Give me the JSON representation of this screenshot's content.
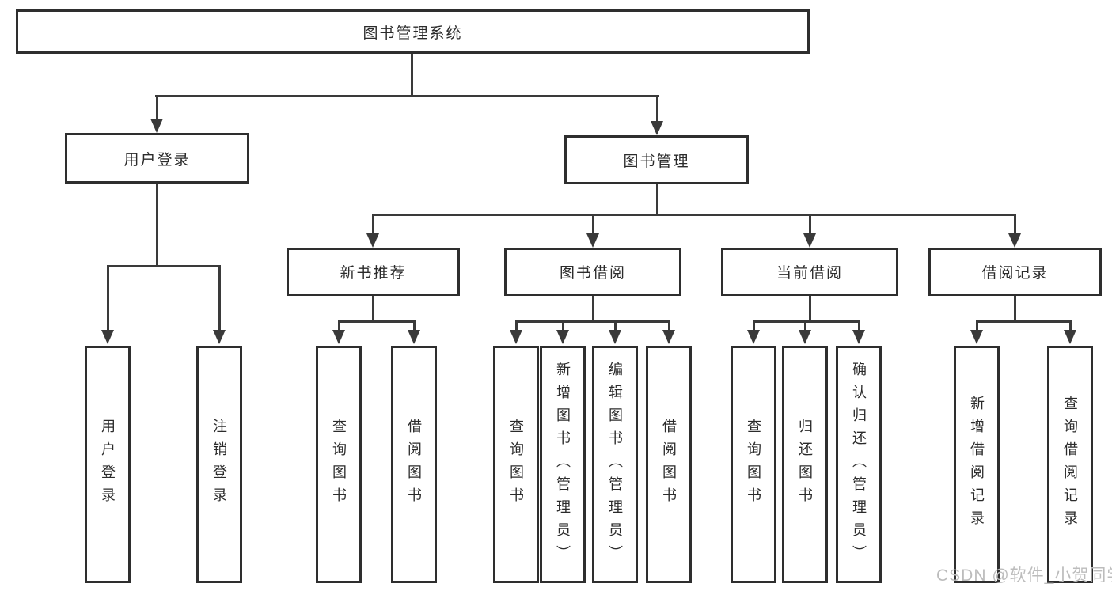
{
  "diagram": {
    "title": "图书管理系统",
    "colors": {
      "line": "#3a3a3a",
      "border": "#2e2e2e",
      "text": "#2b2b2b",
      "watermark": "#bcbcbc",
      "background": "#ffffff"
    },
    "nodes": {
      "root": {
        "label": "图书管理系统"
      },
      "user_login": {
        "label": "用户登录"
      },
      "book_mgmt": {
        "label": "图书管理"
      },
      "new_book_rec": {
        "label": "新书推荐"
      },
      "book_borrow": {
        "label": "图书借阅"
      },
      "current_borrow": {
        "label": "当前借阅"
      },
      "borrow_record": {
        "label": "借阅记录"
      },
      "leaves": {
        "login": "用户登录",
        "logout": "注销登录",
        "nb_query": "查询图书",
        "nb_borrow": "借阅图书",
        "bb_query": "查询图书",
        "bb_add": "新增图书（管理员）",
        "bb_edit": "编辑图书（管理员）",
        "bb_borrow": "借阅图书",
        "cb_query": "查询图书",
        "cb_return": "归还图书",
        "cb_confirm": "确认归还（管理员）",
        "br_add": "新增借阅记录",
        "br_query": "查询借阅记录"
      }
    }
  },
  "watermark": {
    "text": "CSDN @软件_小贺同学"
  }
}
